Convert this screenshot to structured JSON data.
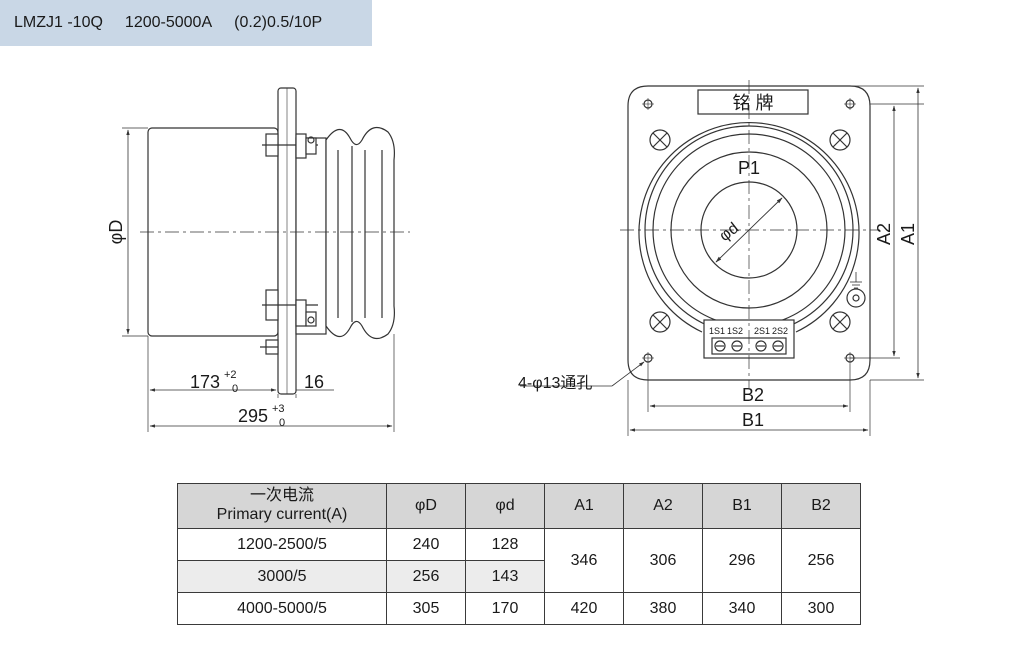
{
  "header": {
    "model": "LMZJ1 -10Q",
    "current_range": "1200-5000A",
    "accuracy": "(0.2)0.5/10P"
  },
  "side_view": {
    "dim_phiD": "φD",
    "dim_173": "173",
    "dim_173_tol_upper": "+2",
    "dim_173_tol_lower": "0",
    "dim_16": "16",
    "dim_295": "295",
    "dim_295_tol_upper": "+3",
    "dim_295_tol_lower": "0"
  },
  "front_view": {
    "nameplate": "铭  牌",
    "P1": "P1",
    "phid": "φd",
    "A1": "A1",
    "A2": "A2",
    "B1": "B1",
    "B2": "B2",
    "hole_note": "4-φ13通孔",
    "terminals": [
      "1S1",
      "1S2",
      "2S1",
      "2S2"
    ]
  },
  "table": {
    "header_cn": "一次电流",
    "header_en": "Primary current(A)",
    "columns": [
      "φD",
      "φd",
      "A1",
      "A2",
      "B1",
      "B2"
    ],
    "rows": [
      {
        "current": "1200-2500/5",
        "D": "240",
        "d": "128"
      },
      {
        "current": "3000/5",
        "D": "256",
        "d": "143"
      },
      {
        "current": "4000-5000/5",
        "D": "305",
        "d": "170"
      }
    ],
    "merged_first_two": {
      "A1": "346",
      "A2": "306",
      "B1": "296",
      "B2": "256"
    },
    "last_row": {
      "A1": "420",
      "A2": "380",
      "B1": "340",
      "B2": "300"
    }
  }
}
